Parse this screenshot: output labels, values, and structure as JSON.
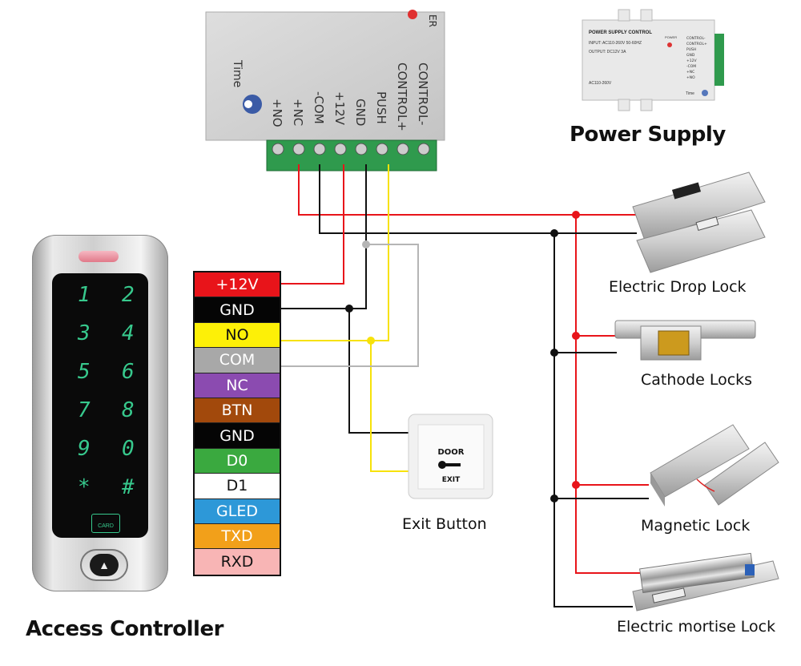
{
  "labels": {
    "power_supply": "Power Supply",
    "electric_drop_lock": "Electric Drop Lock",
    "cathode_locks": "Cathode Locks",
    "magnetic_lock": "Magnetic Lock",
    "electric_mortise_lock": "Electric mortise Lock",
    "exit_button": "Exit Button",
    "access_controller": "Access Controller"
  },
  "terminals": [
    "+NO",
    "+NC",
    "-COM",
    "+12V",
    "GND",
    "PUSH",
    "CONTROL+",
    "CONTROL-"
  ],
  "power_box_time": "Time",
  "power_box_top_fragment": "ER",
  "psu_photo": {
    "title": "POWER SUPPLY CONTROL",
    "input": "INPUT: AC110-260V 50-60HZ",
    "output": "OUTPUT: DC12V 3A",
    "ac": "AC110-260V",
    "power": "POWER",
    "time": "Time",
    "pins": [
      "CONTROL-",
      "CONTROL+",
      "PUSH",
      "GND",
      "+12V",
      "-COM",
      "+NC",
      "+NO"
    ]
  },
  "wires": [
    {
      "label": "+12V",
      "bg": "#e8141a",
      "fg": "#ffffff"
    },
    {
      "label": "GND",
      "bg": "#050505",
      "fg": "#ffffff"
    },
    {
      "label": "NO",
      "bg": "#fdf007",
      "fg": "#111111"
    },
    {
      "label": "COM",
      "bg": "#a8a8a8",
      "fg": "#ffffff"
    },
    {
      "label": "NC",
      "bg": "#8b4bb0",
      "fg": "#ffffff"
    },
    {
      "label": "BTN",
      "bg": "#a2490c",
      "fg": "#ffffff"
    },
    {
      "label": "GND",
      "bg": "#050505",
      "fg": "#ffffff"
    },
    {
      "label": "D0",
      "bg": "#3aa93f",
      "fg": "#ffffff"
    },
    {
      "label": "D1",
      "bg": "#ffffff",
      "fg": "#111111"
    },
    {
      "label": "GLED",
      "bg": "#2d98d8",
      "fg": "#ffffff"
    },
    {
      "label": "TXD",
      "bg": "#f2a01a",
      "fg": "#ffffff"
    },
    {
      "label": "RXD",
      "bg": "#f8b5b5",
      "fg": "#111111"
    }
  ],
  "exit_button_face": {
    "top": "DOOR",
    "bottom": "EXIT"
  },
  "keypad": [
    "1",
    "2",
    "3",
    "4",
    "5",
    "6",
    "7",
    "8",
    "9",
    "0",
    "*",
    "#"
  ],
  "card_label": "CARD",
  "colors": {
    "red_wire": "#e8141a",
    "black_wire": "#111111",
    "yellow_wire": "#f7e20a",
    "grey_wire": "#b5b5b5",
    "terminal_green": "#2f9a4d"
  }
}
